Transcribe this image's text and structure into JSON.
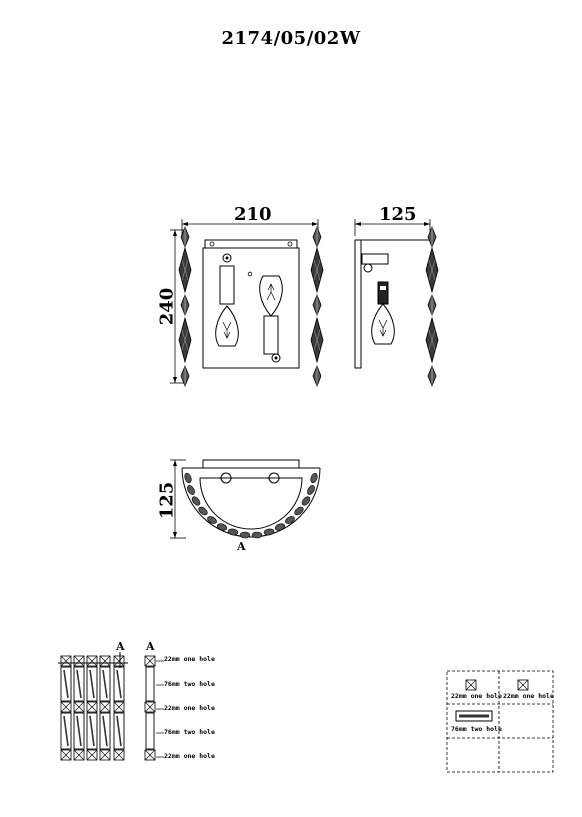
{
  "title": "2174/05/02W",
  "front_view": {
    "width_label": "210",
    "height_label": "240"
  },
  "side_view": {
    "depth_label": "125"
  },
  "top_view": {
    "depth_label": "125",
    "section_marker": "A"
  },
  "crystal_chain_detail": {
    "section_markers": [
      "A",
      "A"
    ],
    "hole_labels": [
      "22mm one hole",
      "76mm two hole",
      "22mm one hole",
      "76mm two hole",
      "22mm one hole"
    ]
  },
  "parts_legend": {
    "items": [
      "22mm one hole",
      "22mm one hole",
      "76mm two hole"
    ]
  }
}
